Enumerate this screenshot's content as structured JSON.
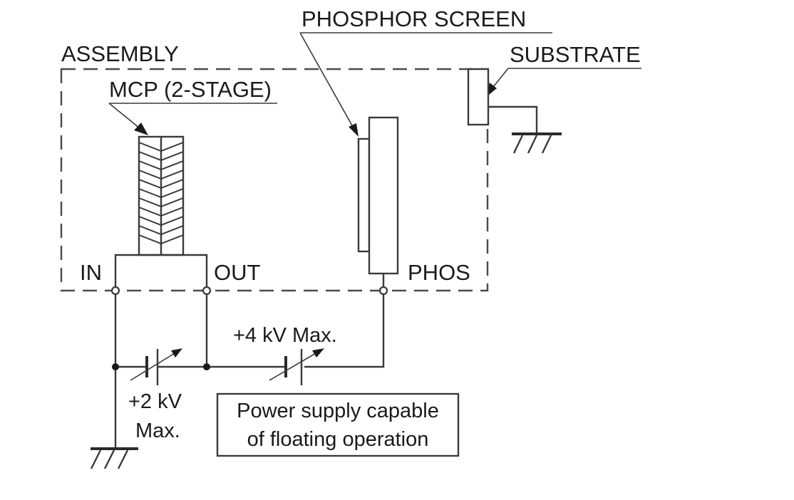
{
  "diagram": {
    "title": "MCP assembly wiring diagram",
    "labels": {
      "assembly": "ASSEMBLY",
      "mcp": "MCP (2-STAGE)",
      "phosphor_screen": "PHOSPHOR SCREEN",
      "substrate": "SUBSTRATE",
      "terminal_in": "IN",
      "terminal_out": "OUT",
      "terminal_phos": "PHOS",
      "supply_mcp_line1": "+2 kV",
      "supply_mcp_line2": "Max.",
      "supply_phos": "+4 kV Max.",
      "note_line1": "Power supply capable",
      "note_line2": "of floating operation"
    },
    "components": [
      {
        "id": "mcp",
        "type": "microchannel-plate",
        "stages": 2
      },
      {
        "id": "phosphor-screen",
        "type": "screen"
      },
      {
        "id": "substrate",
        "type": "substrate",
        "grounded": true
      },
      {
        "id": "supply-mcp",
        "type": "variable-dc-source",
        "max": "+2 kV",
        "between": [
          "IN",
          "OUT"
        ]
      },
      {
        "id": "supply-phos",
        "type": "variable-dc-source",
        "max": "+4 kV",
        "between": [
          "OUT",
          "PHOS"
        ],
        "floating": true
      },
      {
        "id": "ground-in",
        "type": "ground",
        "connected_to": "IN"
      },
      {
        "id": "ground-substrate",
        "type": "ground",
        "connected_to": "SUBSTRATE"
      }
    ],
    "colors": {
      "line": "#3a3a3a",
      "text": "#1a1a1a",
      "background": "#ffffff"
    }
  }
}
